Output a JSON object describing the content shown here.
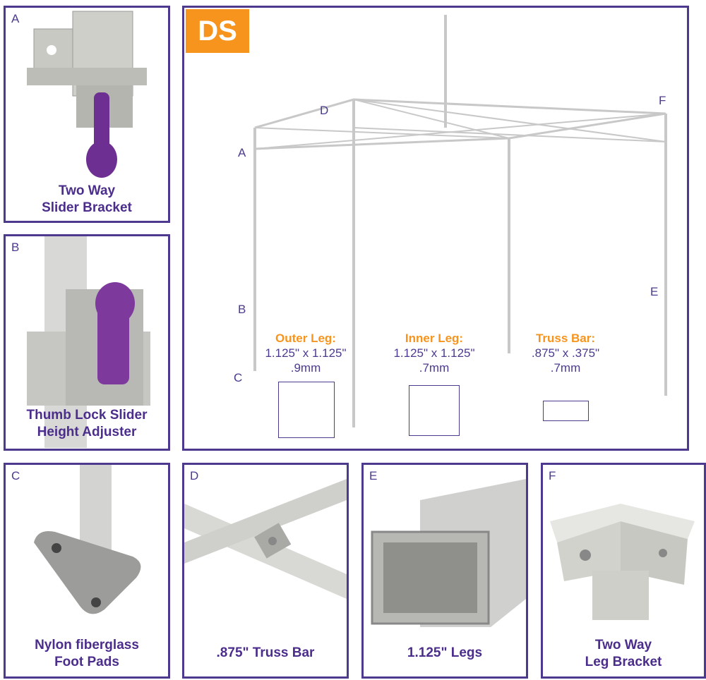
{
  "colors": {
    "border": "#4d3a8e",
    "accent": "#f7941d",
    "caption": "#4b2d8c"
  },
  "main": {
    "badge": "DS",
    "labels": [
      "A",
      "B",
      "C",
      "D",
      "E",
      "F"
    ],
    "specs": [
      {
        "title": "Outer Leg:",
        "size": "1.125\" x 1.125\"",
        "thickness": ".9mm"
      },
      {
        "title": "Inner Leg:",
        "size": "1.125\" x 1.125\"",
        "thickness": ".7mm"
      },
      {
        "title": "Truss Bar:",
        "size": ".875\" x .375\"",
        "thickness": ".7mm"
      }
    ]
  },
  "panels": [
    {
      "letter": "A",
      "caption1": "Two Way",
      "caption2": "Slider Bracket"
    },
    {
      "letter": "B",
      "caption1": "Thumb Lock Slider",
      "caption2": "Height Adjuster"
    },
    {
      "letter": "C",
      "caption1": "Nylon fiberglass",
      "caption2": "Foot Pads"
    },
    {
      "letter": "D",
      "caption1": ".875\" Truss Bar",
      "caption2": ""
    },
    {
      "letter": "E",
      "caption1": "1.125\" Legs",
      "caption2": ""
    },
    {
      "letter": "F",
      "caption1": "Two Way",
      "caption2": "Leg Bracket"
    }
  ]
}
